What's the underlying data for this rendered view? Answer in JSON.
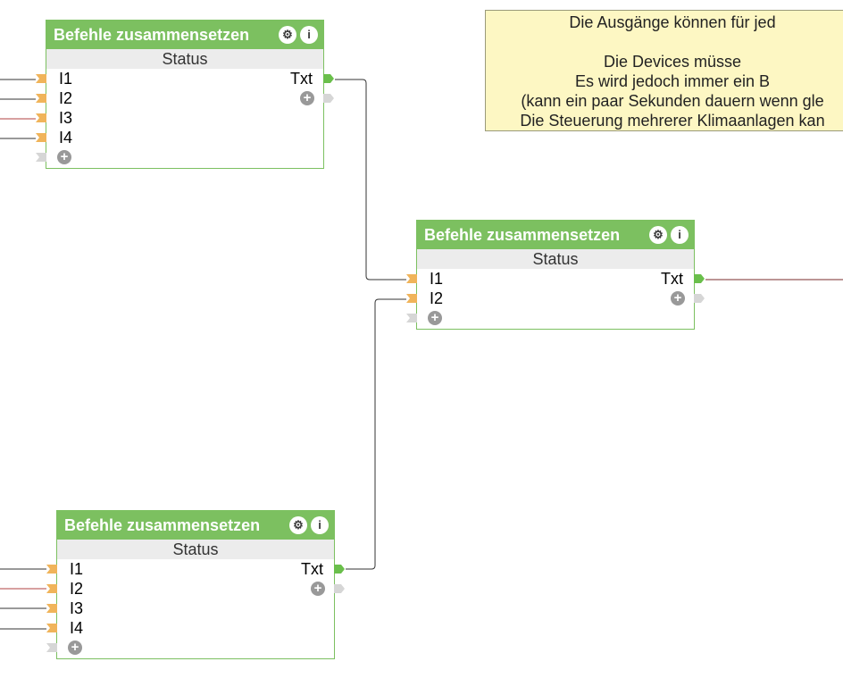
{
  "block_title": "Befehle zusammensetzen",
  "block_subtitle": "Status",
  "icons": {
    "settings": "gear-icon",
    "info": "info-icon",
    "add": "plus-icon"
  },
  "colors": {
    "header": "#7cc060",
    "port_in": "#f0b45a",
    "port_out": "#6abf4b",
    "wire": "#333333",
    "wire_red": "#b04040",
    "note_bg": "#fdf7c3"
  },
  "blocks": [
    {
      "title": "Befehle zusammensetzen",
      "subtitle": "Status",
      "inputs": [
        "I1",
        "I2",
        "I3",
        "I4"
      ],
      "output": "Txt",
      "info_glyph": "i"
    },
    {
      "title": "Befehle zusammensetzen",
      "subtitle": "Status",
      "inputs": [
        "I1",
        "I2"
      ],
      "output": "Txt",
      "info_glyph": "i"
    },
    {
      "title": "Befehle zusammensetzen",
      "subtitle": "Status",
      "inputs": [
        "I1",
        "I2",
        "I3",
        "I4"
      ],
      "output": "Txt",
      "info_glyph": "i"
    }
  ],
  "note": {
    "lines": [
      "Die Ausgänge können für jed",
      "",
      "Die Devices müsse",
      "Es wird jedoch immer ein B",
      "(kann ein paar Sekunden dauern wenn gle",
      "Die Steuerung mehrerer Klimaanlagen kan"
    ]
  }
}
